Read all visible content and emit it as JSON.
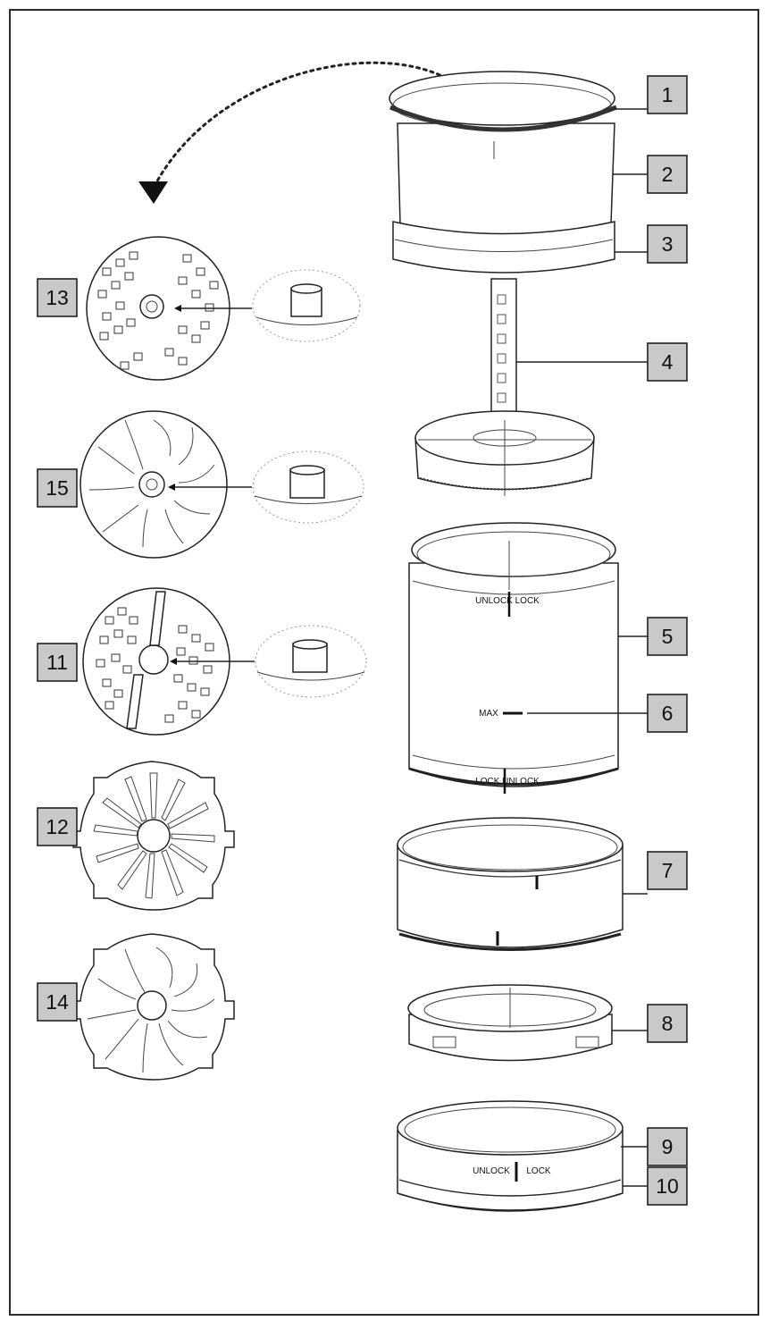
{
  "callouts": [
    {
      "id": "1",
      "label": "1"
    },
    {
      "id": "2",
      "label": "2"
    },
    {
      "id": "3",
      "label": "3"
    },
    {
      "id": "4",
      "label": "4"
    },
    {
      "id": "5",
      "label": "5"
    },
    {
      "id": "6",
      "label": "6"
    },
    {
      "id": "7",
      "label": "7"
    },
    {
      "id": "8",
      "label": "8"
    },
    {
      "id": "9",
      "label": "9"
    },
    {
      "id": "10",
      "label": "10"
    },
    {
      "id": "11",
      "label": "11"
    },
    {
      "id": "12",
      "label": "12"
    },
    {
      "id": "13",
      "label": "13"
    },
    {
      "id": "14",
      "label": "14"
    },
    {
      "id": "15",
      "label": "15"
    }
  ],
  "markings": {
    "bowl_top": "UNLOCK LOCK",
    "bowl_max": "MAX",
    "bowl_bottom": "LOCK UNLOCK",
    "base_unlock": "UNLOCK",
    "base_lock": "LOCK"
  }
}
